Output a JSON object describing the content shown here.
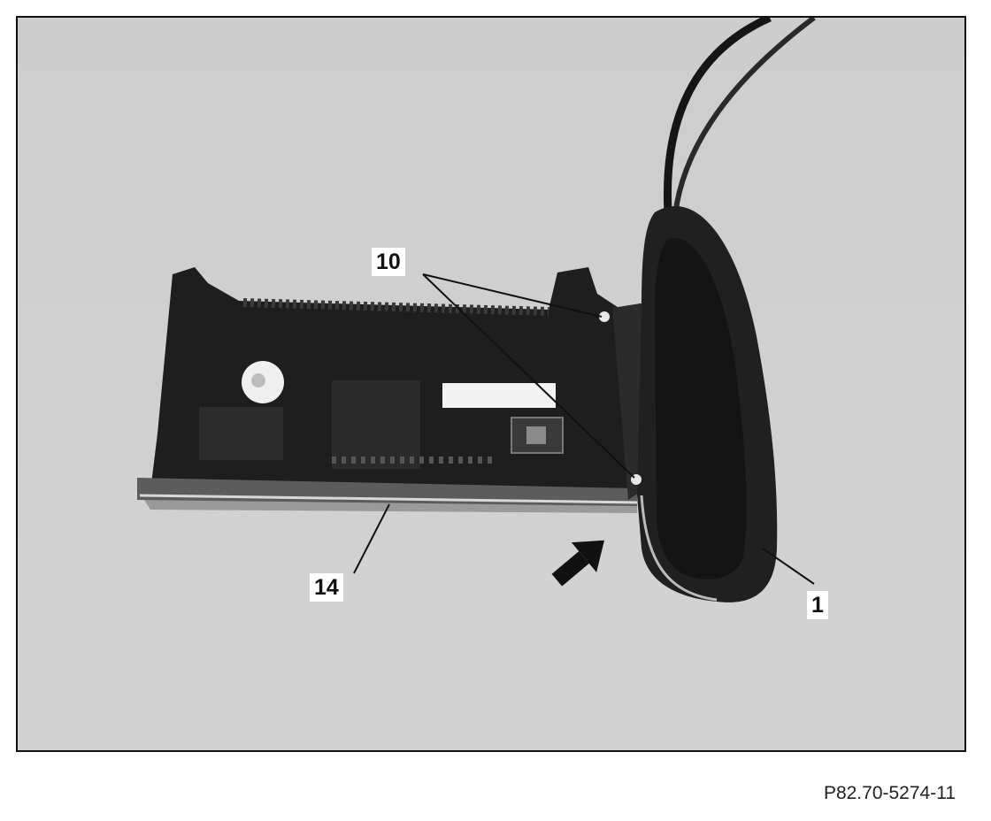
{
  "figure": {
    "id": "P82.70-5274-11",
    "callouts": {
      "ten": "10",
      "fourteen": "14",
      "one": "1"
    },
    "colors": {
      "background": "#cfcfcf",
      "housing": "#1b1b1b",
      "frame": "#111111"
    }
  }
}
